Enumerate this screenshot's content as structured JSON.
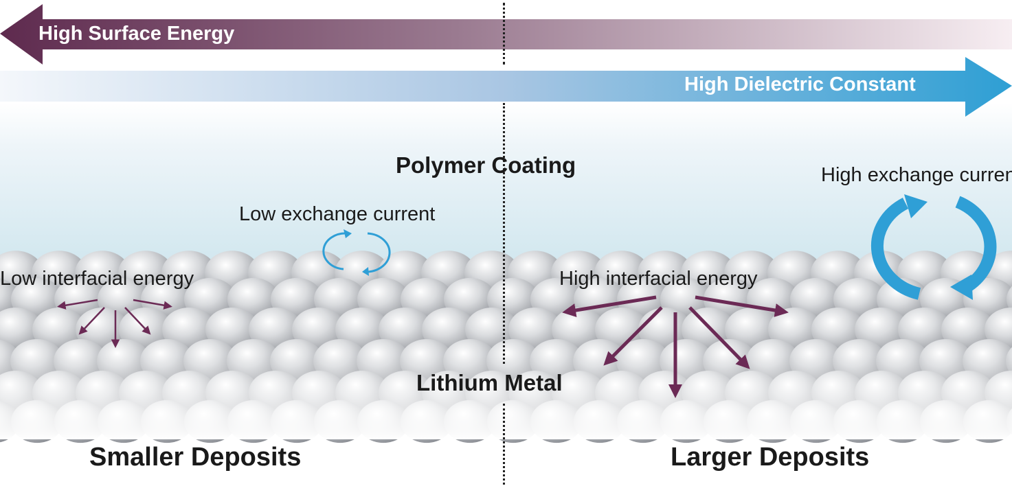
{
  "top_arrows": {
    "surface_energy": "High Surface Energy",
    "dielectric_constant": "High Dielectric Constant"
  },
  "layers": {
    "coating": "Polymer Coating",
    "metal": "Lithium Metal"
  },
  "left": {
    "exchange": "Low exchange current",
    "interfacial": "Low interfacial energy",
    "result": "Smaller Deposits"
  },
  "right": {
    "exchange": "High exchange current",
    "interfacial": "High interfacial energy",
    "result": "Larger Deposits"
  },
  "colors": {
    "surface_arrow": "#5e2a4e",
    "dielectric_arrow": "#2e9fd4",
    "force_arrow": "#6b2a55",
    "exchange_arrow": "#2f9fd6",
    "sphere": "#c9cbcf"
  }
}
